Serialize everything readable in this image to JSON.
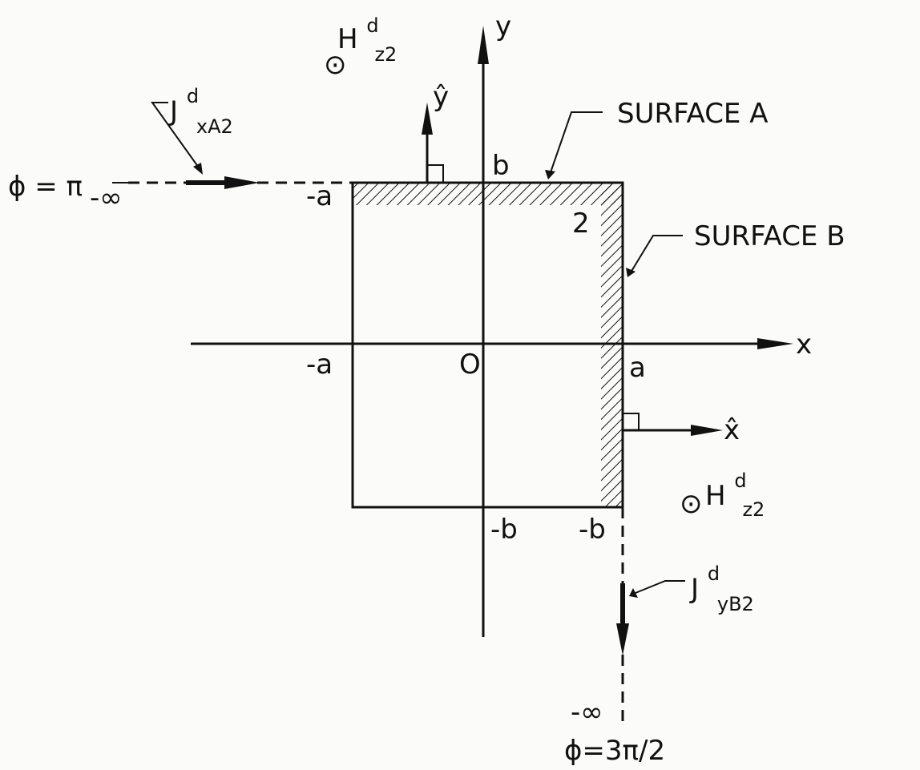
{
  "axes": {
    "x_label": "x",
    "y_label": "y"
  },
  "ticks": {
    "origin": "O",
    "neg_a_top": "-a",
    "neg_a_axis": "-a",
    "pos_a": "a",
    "pos_b": "b",
    "neg_b_axis": "-b",
    "neg_b_corner": "-b"
  },
  "unit_vectors": {
    "y_hat": "ŷ",
    "x_hat": "x̂"
  },
  "surfaces": {
    "a": "SURFACE A",
    "b": "SURFACE B",
    "region": "2"
  },
  "field_top": {
    "symbol": "⊙",
    "base": "H",
    "sup": "d",
    "sub": "z2"
  },
  "field_right": {
    "symbol": "⊙",
    "base": "H",
    "sup": "d",
    "sub": "z2"
  },
  "current_a": {
    "base": "J",
    "sup": "d",
    "sub": "xA2"
  },
  "current_b": {
    "base": "J",
    "sup": "d",
    "sub": "yB2"
  },
  "infinity_left": "-∞",
  "infinity_bottom": "-∞",
  "phi_left": "ϕ = π",
  "phi_bottom": "ϕ=3π/2"
}
